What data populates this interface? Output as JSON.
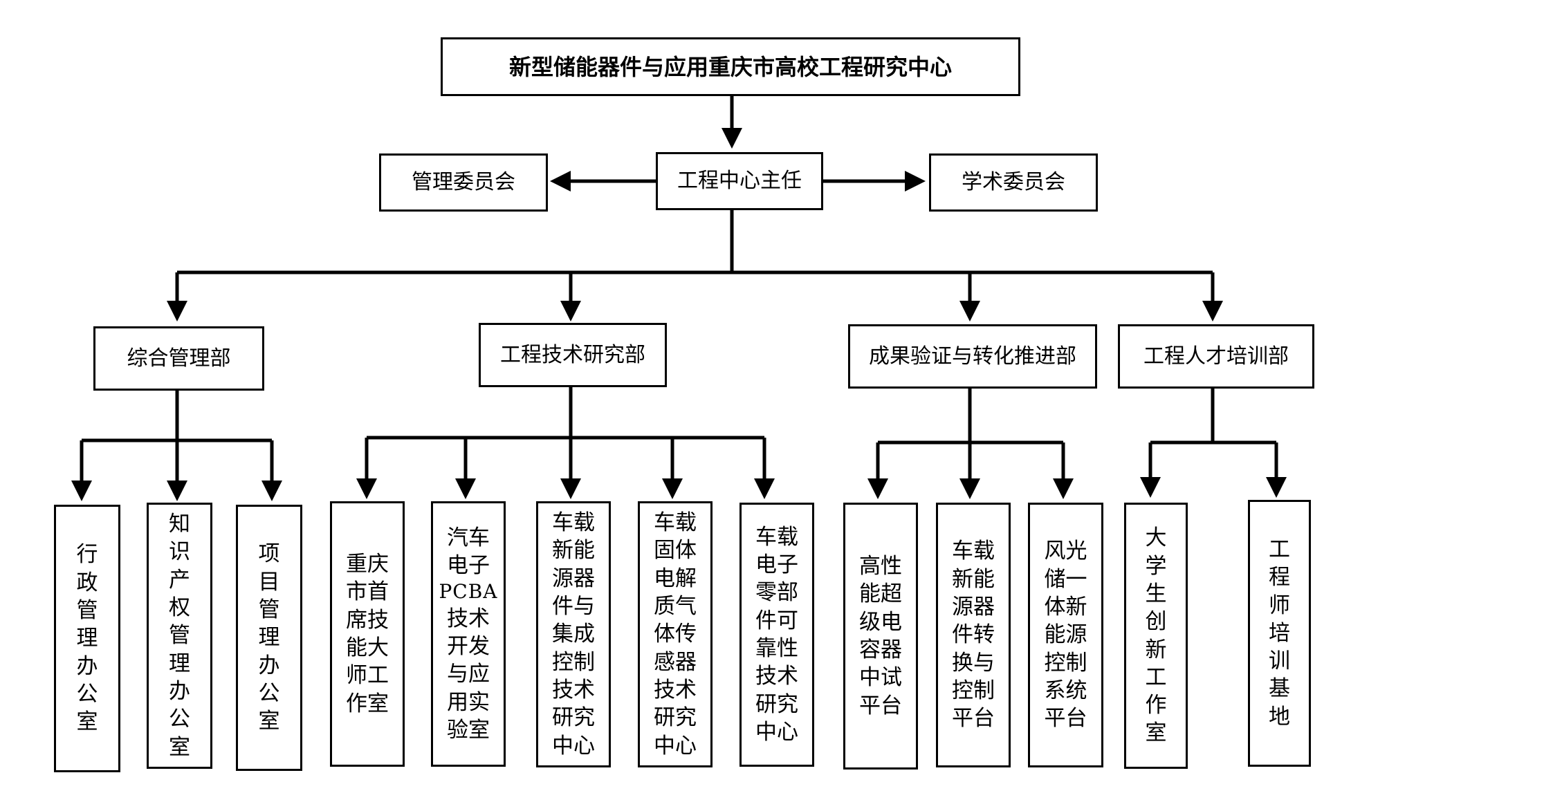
{
  "title": "新型储能器件与应用重庆市高校工程研究中心",
  "director": "工程中心主任",
  "management_committee": "管理委员会",
  "academic_committee": "学术委员会",
  "departments": [
    {
      "name": "综合管理部",
      "units": [
        {
          "lines": [
            "行",
            "政",
            "管",
            "理",
            "办",
            "公",
            "室"
          ]
        },
        {
          "lines": [
            "知",
            "识",
            "产",
            "权",
            "管",
            "理",
            "办",
            "公",
            "室"
          ]
        },
        {
          "lines": [
            "项",
            "目",
            "管",
            "理",
            "办",
            "公",
            "室"
          ]
        }
      ]
    },
    {
      "name": "工程技术研究部",
      "units": [
        {
          "lines": [
            "重庆",
            "市首",
            "席技",
            "能大",
            "师工",
            "作室"
          ]
        },
        {
          "lines": [
            "汽车",
            "电子",
            "PCBA",
            "技术",
            "开发",
            "与应",
            "用实",
            "验室"
          ]
        },
        {
          "lines": [
            "车载",
            "新能",
            "源器",
            "件与",
            "集成",
            "控制",
            "技术",
            "研究",
            "中心"
          ]
        },
        {
          "lines": [
            "车载",
            "固体",
            "电解",
            "质气",
            "体传",
            "感器",
            "技术",
            "研究",
            "中心"
          ]
        },
        {
          "lines": [
            "车载",
            "电子",
            "零部",
            "件可",
            "靠性",
            "技术",
            "研究",
            "中心"
          ]
        }
      ]
    },
    {
      "name": "成果验证与转化推进部",
      "units": [
        {
          "lines": [
            "高性",
            "能超",
            "级电",
            "容器",
            "中试",
            "平台"
          ]
        },
        {
          "lines": [
            "车载",
            "新能",
            "源器",
            "件转",
            "换与",
            "控制",
            "平台"
          ]
        },
        {
          "lines": [
            "风光",
            "储一",
            "体新",
            "能源",
            "控制",
            "系统",
            "平台"
          ]
        }
      ]
    },
    {
      "name": "工程人才培训部",
      "units": [
        {
          "lines": [
            "大",
            "学",
            "生",
            "创",
            "新",
            "工",
            "作",
            "室"
          ]
        },
        {
          "lines": [
            "工",
            "程",
            "师",
            "培",
            "训",
            "基",
            "地"
          ]
        }
      ]
    }
  ]
}
